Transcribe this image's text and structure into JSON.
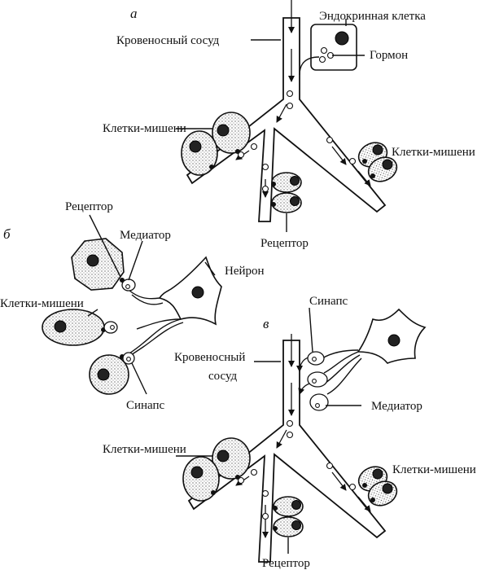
{
  "panels": {
    "a": "а",
    "b": "б",
    "v": "в"
  },
  "labels": {
    "endocrine_cell": "Эндокринная клетка",
    "blood_vessel_a": "Кровеносный сосуд",
    "hormone": "Гормон",
    "target_cells_a_left": "Клетки-мишени",
    "target_cells_a_right": "Клетки-мишени",
    "receptor_a": "Рецептор",
    "receptor_b": "Рецептор",
    "mediator_b": "Медиатор",
    "neuron": "Нейрон",
    "target_cells_b": "Клетки-мишени",
    "synapse_b": "Синапс",
    "synapse_v": "Синапс",
    "blood_vessel_v_1": "Кровеносный",
    "blood_vessel_v_2": "сосуд",
    "mediator_v": "Медиатор",
    "target_cells_v_left": "Клетки-мишени",
    "target_cells_v_right": "Клетки-мишени",
    "receptor_v": "Рецептор"
  }
}
